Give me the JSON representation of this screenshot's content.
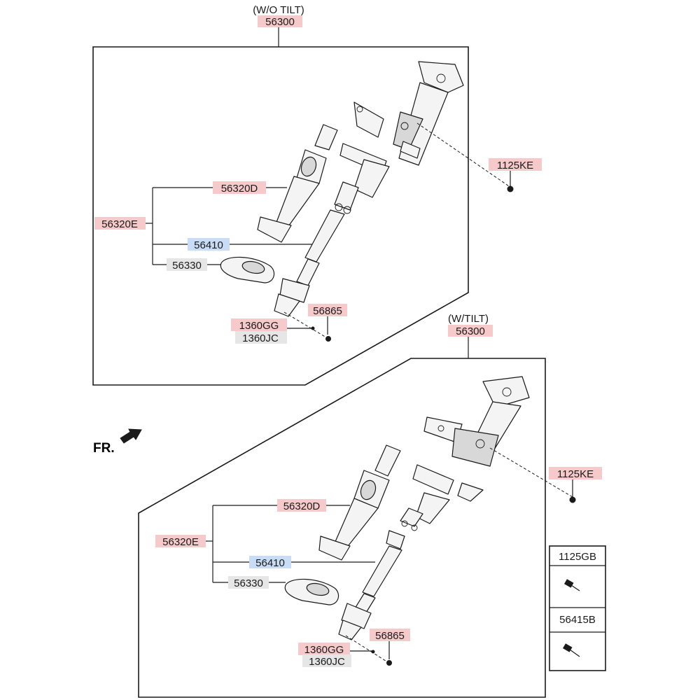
{
  "colors": {
    "highlight_red": "#f6caca",
    "highlight_blue": "#c8dcf5",
    "highlight_gray": "#e6e6e6",
    "line": "#1a1a1a"
  },
  "upper": {
    "header": "(W/O TILT)",
    "assembly": "56300",
    "labels": {
      "l_1125ke": "1125KE",
      "l_56320d": "56320D",
      "l_56320e": "56320E",
      "l_56410": "56410",
      "l_56330": "56330",
      "l_56865": "56865",
      "l_1360gg": "1360GG",
      "l_1360jc": "1360JC"
    }
  },
  "lower": {
    "header": "(W/TILT)",
    "assembly": "56300",
    "labels": {
      "l_1125ke": "1125KE",
      "l_56320d": "56320D",
      "l_56320e": "56320E",
      "l_56410": "56410",
      "l_56330": "56330",
      "l_56865": "56865",
      "l_1360gg": "1360GG",
      "l_1360jc": "1360JC"
    }
  },
  "fr_label": "FR.",
  "legend": {
    "item1": "1125GB",
    "item2": "56415B"
  }
}
